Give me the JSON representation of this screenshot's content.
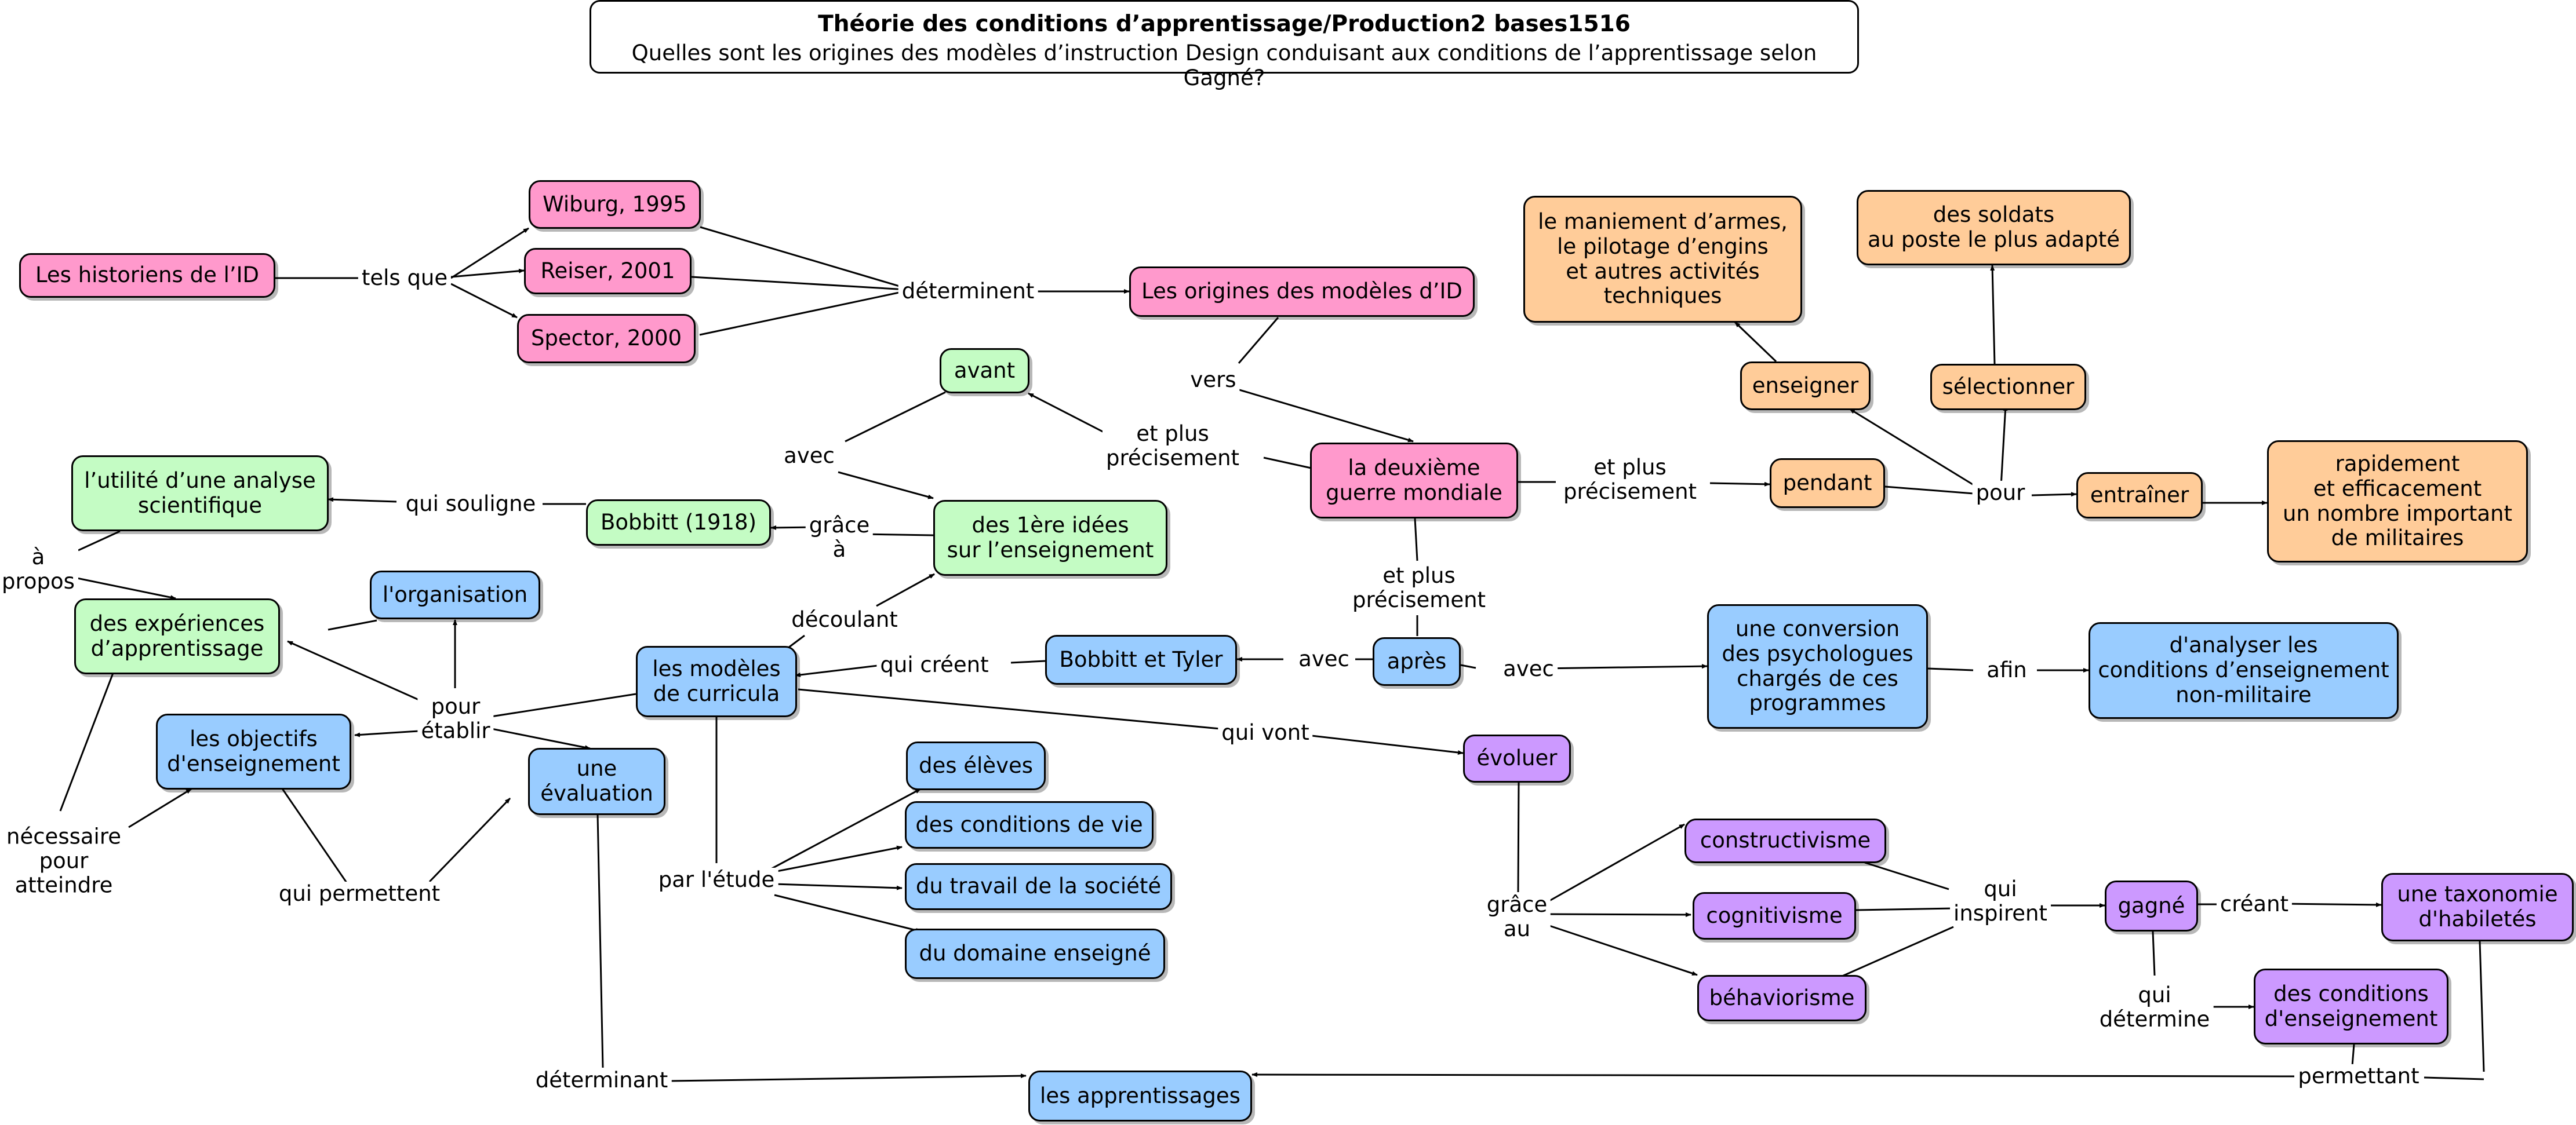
{
  "title": "Théorie des conditions d’apprentissage/Production2 bases1516",
  "question": "Quelles sont les origines des modèles d’instruction Design conduisant aux conditions de l’apprentissage selon Gagné?",
  "colors": {
    "pink": "#ff99cc",
    "green": "#c4fcc4",
    "blue": "#99ccff",
    "orange": "#ffcc99",
    "purple": "#cc99ff"
  },
  "nodes": {
    "historiens": "Les historiens de l’ID",
    "wiburg": "Wiburg, 1995",
    "reiser": "Reiser, 2001",
    "spector": "Spector, 2000",
    "origines": "Les origines des modèles d’ID",
    "deuxieme_guerre": "la deuxième\nguerre mondiale",
    "maniement": "le maniement d’armes,\nle pilotage d’engins\net autres activités\ntechniques",
    "soldats": "des soldats\nau poste le plus adapté",
    "enseigner": "enseigner",
    "selectionner": "sélectionner",
    "pendant": "pendant",
    "entrainer": "entraîner",
    "rapidement": "rapidement\net efficacement\nun nombre important\nde militaires",
    "avant": "avant",
    "utilite": "l’utilité d’une analyse\nscientifique",
    "bobbitt1918": "Bobbitt (1918)",
    "premieres_idees": "des 1ère idées\nsur l’enseignement",
    "experiences": "des expériences\nd’apprentissage",
    "organisation": "l'organisation",
    "modeles_curricula": "les modèles\nde curricula",
    "bobbitt_tyler": "Bobbitt et Tyler",
    "apres": "après",
    "conversion": "une conversion\ndes psychologues\nchargés de ces\nprogrammes",
    "analyser": "d'analyser les\nconditions d’enseignement\nnon-militaire",
    "objectifs": "les objectifs\nd'enseignement",
    "evaluation": "une\névaluation",
    "eleves": "des élèves",
    "conditions_vie": "des conditions de vie",
    "travail_societe": "du travail de la société",
    "domaine": "du domaine enseigné",
    "evoluer": "évoluer",
    "constructivisme": "constructivisme",
    "cognitivisme": "cognitivisme",
    "behaviorisme": "béhaviorisme",
    "gagne": "gagné",
    "taxonomie": "une taxonomie\nd'habiletés",
    "conditions_enseignement": "des conditions\nd'enseignement",
    "apprentissages": "les apprentissages"
  },
  "labels": {
    "tels_que": "tels que",
    "determinent": "déterminent",
    "vers": "vers",
    "et_plus_precisement_1": "et plus\nprécisement",
    "et_plus_precisement_2": "et plus\nprécisement",
    "et_plus_precisement_3": "et plus\nprécisement",
    "pour_1": "pour",
    "avec_1": "avec",
    "qui_souligne": "qui souligne",
    "grace_a": "grâce\nà",
    "a_propos": "à\npropos",
    "decoulant": "découlant",
    "qui_creent": "qui créent",
    "avec_2": "avec",
    "avec_3": "avec",
    "afin": "afin",
    "pour_etablir": "pour\nétablir",
    "necessaire_pour_atteindre": "nécessaire\npour\natteindre",
    "qui_permettent": "qui permettent",
    "par_l_etude": "par l'étude",
    "qui_vont": "qui vont",
    "grace_au": "grâce\nau",
    "qui_inspirent": "qui\ninspirent",
    "creant": "créant",
    "qui_determine": "qui\ndétermine",
    "determinant": "déterminant",
    "permettant": "permettant"
  }
}
